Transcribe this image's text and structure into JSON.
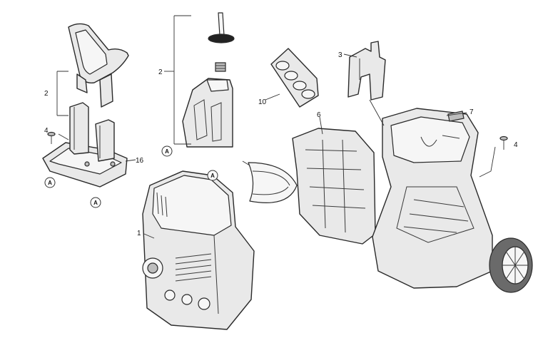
{
  "callouts": {
    "handle_bracket_label": "2",
    "screw_left_label": "4",
    "base_label": "16",
    "tank_bracket_label": "2",
    "housing_label": "1",
    "filter_label": "10",
    "bracket_label": "3",
    "frame_label": "6",
    "fitting_label": "7",
    "screw_right_label": "4"
  },
  "assembly_marker_text": "A",
  "colors": {
    "line": "#2a2a2a",
    "fill": "#e9e9e9",
    "dark_fill": "#bdbdbd"
  }
}
